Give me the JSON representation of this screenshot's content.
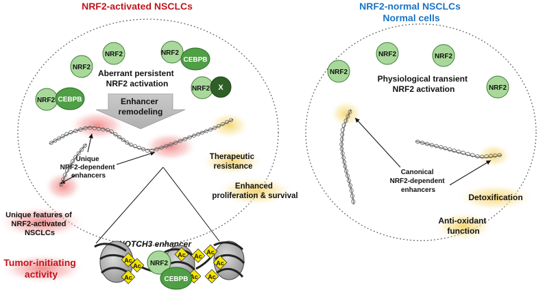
{
  "left_panel": {
    "title": "NRF2-activated NSCLCs",
    "activation_label": [
      "Aberrant persistent",
      "NRF2 activation"
    ],
    "remodeling_label": [
      "Enhancer",
      "remodeling"
    ],
    "enhancers_label": [
      "Unique",
      "NRF2-dependent",
      "enhancers"
    ],
    "therapeutic_label": [
      "Therapeutic",
      "resistance"
    ],
    "proliferation_label": [
      "Enhanced",
      "proliferation & survival"
    ],
    "unique_features_label": [
      "Unique features of",
      "NRF2-activated",
      "NSCLCs"
    ],
    "tumor_label": [
      "Tumor-initiating",
      "activity"
    ],
    "notch3_label": "NOTCH3 enhancer",
    "proteins": {
      "nrf2": "NRF2",
      "cebpb": "CEBPB",
      "x": "X",
      "ac": "Ac"
    }
  },
  "right_panel": {
    "title": [
      "NRF2-normal NSCLCs",
      "Normal cells"
    ],
    "activation_label": [
      "Physiological transient",
      "NRF2 activation"
    ],
    "enhancers_label": [
      "Canonical",
      "NRF2-dependent",
      "enhancers"
    ],
    "detox_label": "Detoxification",
    "antioxidant_label": [
      "Anti-oxidant",
      "function"
    ]
  },
  "colors": {
    "left_title": "#c0141c",
    "right_title": "#1a73c4",
    "nrf2_fill": "#a8d99a",
    "cebpb_fill": "#4f9f45",
    "x_fill": "#2f5f26",
    "ac_fill": "#f5e400",
    "red_glow": "#f08a8a",
    "yellow_glow": "#f6d670"
  }
}
